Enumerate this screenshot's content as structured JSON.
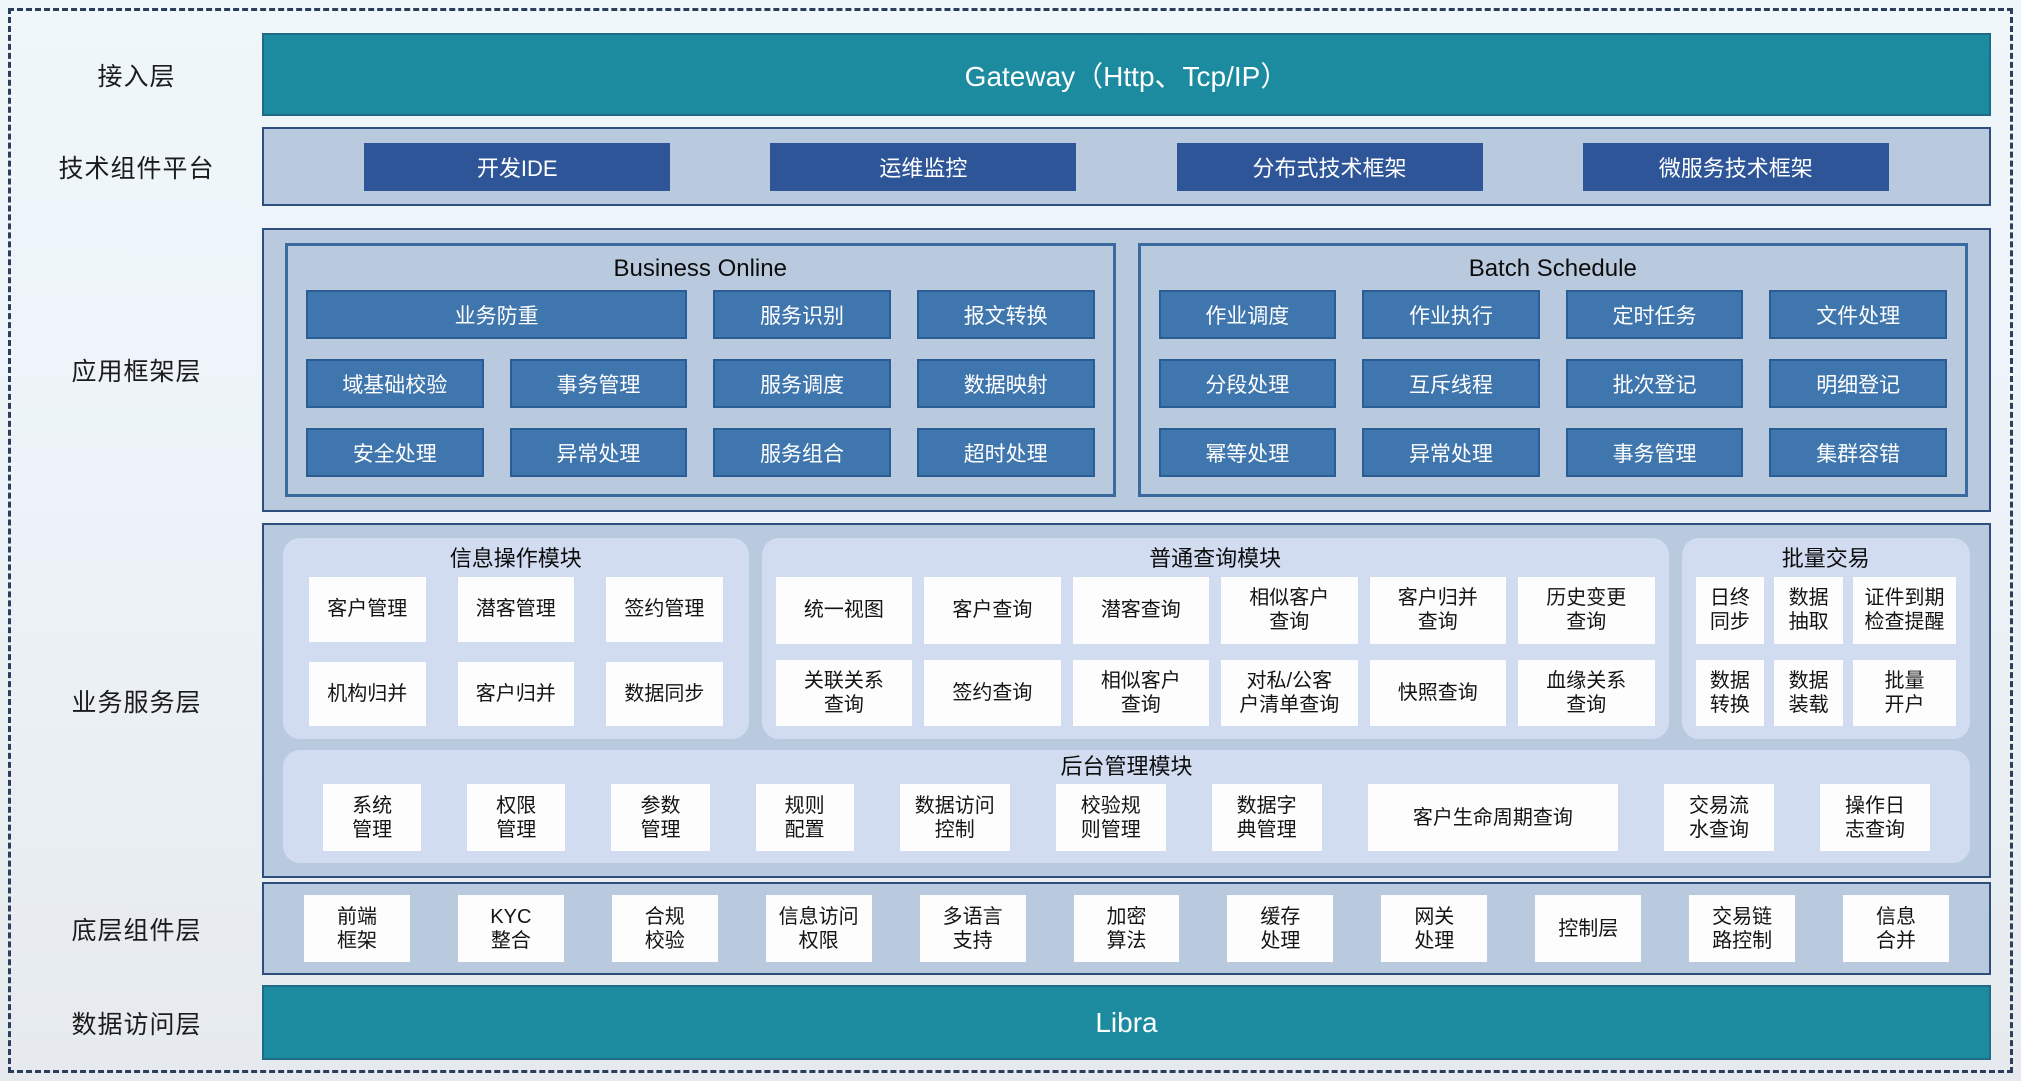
{
  "colors": {
    "teal": "#1c8ba0",
    "navy_button": "#2e5597",
    "steel_button": "#4076ae",
    "band": "#b9cade",
    "panel": "#d1dcf1",
    "cell": "#fdfdfd"
  },
  "layers": {
    "access": {
      "label": "接入层",
      "bar": "Gateway（Http、Tcp/IP）"
    },
    "tech": {
      "label": "技术组件平台",
      "items": [
        "开发IDE",
        "运维监控",
        "分布式技术框架",
        "微服务技术框架"
      ]
    },
    "app_framework": {
      "label": "应用框架层",
      "groups": [
        {
          "title": "Business Online",
          "first_item_span2": true,
          "items": [
            "业务防重",
            "服务识别",
            "报文转换",
            "域基础校验",
            "事务管理",
            "服务调度",
            "数据映射",
            "安全处理",
            "异常处理",
            "服务组合",
            "超时处理"
          ]
        },
        {
          "title": "Batch Schedule",
          "first_item_span2": false,
          "items": [
            "作业调度",
            "作业执行",
            "定时任务",
            "文件处理",
            "分段处理",
            "互斥线程",
            "批次登记",
            "明细登记",
            "幂等处理",
            "异常处理",
            "事务管理",
            "集群容错"
          ]
        }
      ]
    },
    "service": {
      "label": "业务服务层",
      "panels": [
        {
          "title": "信息操作模块",
          "items": [
            "客户管理",
            "潜客管理",
            "签约管理",
            "机构归并",
            "客户归并",
            "数据同步"
          ]
        },
        {
          "title": "普通查询模块",
          "items": [
            "统一视图",
            "客户查询",
            "潜客查询",
            "相似客户\n查询",
            "客户归并\n查询",
            "历史变更\n查询",
            "关联关系\n查询",
            "签约查询",
            "相似客户\n查询",
            "对私/公客\n户清单查询",
            "快照查询",
            "血缘关系\n查询"
          ]
        },
        {
          "title": "批量交易",
          "items": [
            "日终\n同步",
            "数据\n抽取",
            "证件到期\n检查提醒",
            "数据\n转换",
            "数据\n装载",
            "批量\n开户"
          ]
        },
        {
          "title": "后台管理模块",
          "items": [
            "系统\n管理",
            "权限\n管理",
            "参数\n管理",
            "规则\n配置",
            "数据访问\n控制",
            "校验规\n则管理",
            "数据字\n典管理",
            "客户生命周期查询",
            "交易流\n水查询",
            "操作日\n志查询"
          ]
        }
      ]
    },
    "base": {
      "label": "底层组件层",
      "items": [
        "前端\n框架",
        "KYC\n整合",
        "合规\n校验",
        "信息访问\n权限",
        "多语言\n支持",
        "加密\n算法",
        "缓存\n处理",
        "网关\n处理",
        "控制层",
        "交易链\n路控制",
        "信息\n合并"
      ]
    },
    "data_access": {
      "label": "数据访问层",
      "bar": "Libra"
    }
  }
}
